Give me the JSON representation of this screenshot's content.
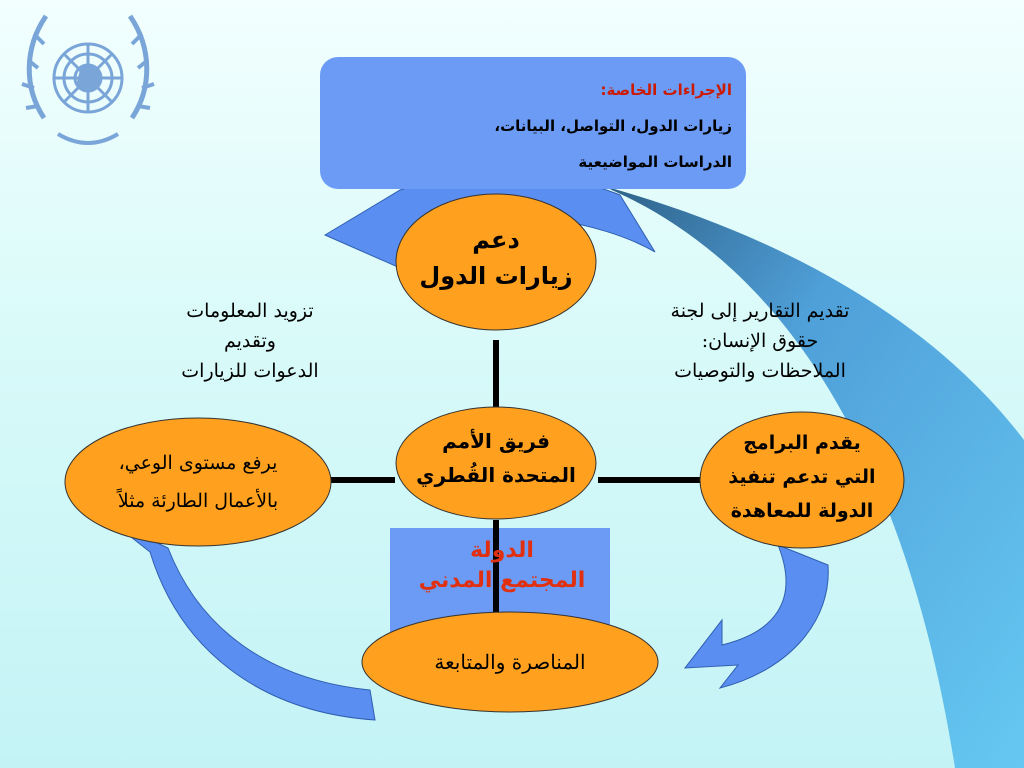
{
  "top_box": {
    "heading": "الإجراءات الخاصة:",
    "line1": "زيارات الدول، التواصل، البيانات،",
    "line2": "الدراسات المواضيعية"
  },
  "ovals": {
    "top": {
      "line1": "دعم",
      "line2": "زيارات الدول"
    },
    "center": {
      "line1": "فريق الأمم",
      "line2": "المتحدة القُطري"
    },
    "left": {
      "line1": "يرفع مستوى الوعي،",
      "line2": "بالأعمال الطارئة مثلاً"
    },
    "right": {
      "line1": "يقدم البرامج",
      "line2": "التي تدعم تنفيذ",
      "line3": "الدولة للمعاهدة"
    },
    "bottom": {
      "line1": "المناصرة والمتابعة"
    }
  },
  "side_left": {
    "line1": "تزويد المعلومات",
    "line2": "وتقديم",
    "line3": "الدعوات للزيارات"
  },
  "side_right": {
    "line1": "تقديم التقارير إلى لجنة",
    "line2": "حقوق الإنسان:",
    "line3": "الملاحظات والتوصيات"
  },
  "lower_box": {
    "line1": "الدولة",
    "line2": "المجتمع المدني"
  },
  "colors": {
    "box_blue": "#6b9bf5",
    "arrow_blue": "#5a8ef0",
    "oval_orange": "#ffa01e",
    "heading_red": "#cc1a00",
    "civil_red": "#e03010",
    "un_emblem": "#7aa5d8"
  },
  "logo": {
    "icon": "un-emblem-icon"
  }
}
